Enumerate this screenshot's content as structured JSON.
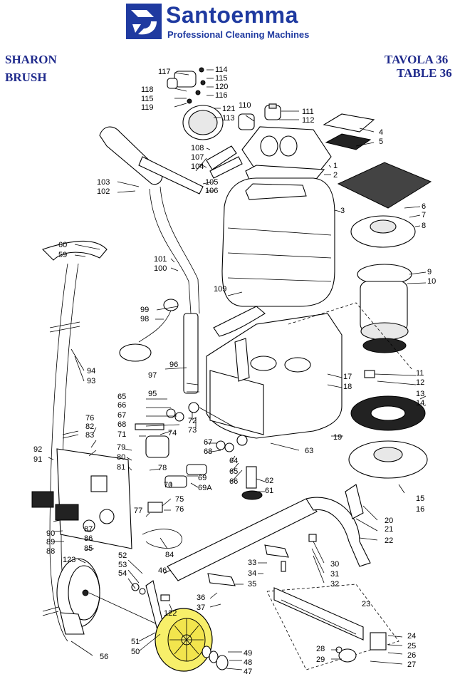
{
  "header": {
    "brand_name": "Santoemma",
    "brand_tagline": "Professional Cleaning Machines",
    "model_line1": "SHARON",
    "model_line2": "BRUSH",
    "table_it": "TAVOLA 36",
    "table_en": "TABLE 36"
  },
  "logo": {
    "icon": "santoemma-logo-icon",
    "color": "#1f3aa0"
  },
  "colors": {
    "highlight": "#f7ef6a",
    "title": "#1f2a8c"
  },
  "part_labels": [
    "117",
    "114",
    "115",
    "120",
    "118",
    "115",
    "116",
    "119",
    "121",
    "113",
    "110",
    "111",
    "112",
    "4",
    "5",
    "108",
    "1",
    "107",
    "104",
    "2",
    "105",
    "106",
    "103",
    "102",
    "3",
    "6",
    "7",
    "8",
    "60",
    "59",
    "101",
    "100",
    "9",
    "10",
    "109",
    "99",
    "98",
    "97",
    "96",
    "95",
    "94",
    "93",
    "11",
    "12",
    "13",
    "14",
    "17",
    "18",
    "19",
    "65",
    "66",
    "67",
    "68",
    "71",
    "72",
    "73",
    "74",
    "76",
    "82",
    "83",
    "79",
    "80",
    "81",
    "78",
    "67",
    "68",
    "69",
    "69A",
    "70",
    "64",
    "65",
    "66",
    "63",
    "62",
    "61",
    "92",
    "91",
    "75",
    "76",
    "77",
    "90",
    "89",
    "88",
    "87",
    "86",
    "85",
    "84",
    "15",
    "16",
    "20",
    "21",
    "22",
    "123",
    "52",
    "53",
    "54",
    "46",
    "33",
    "34",
    "35",
    "30",
    "31",
    "32",
    "36",
    "37",
    "122",
    "23",
    "24",
    "25",
    "26",
    "27",
    "51",
    "50",
    "56",
    "28",
    "29",
    "49",
    "48",
    "47"
  ]
}
